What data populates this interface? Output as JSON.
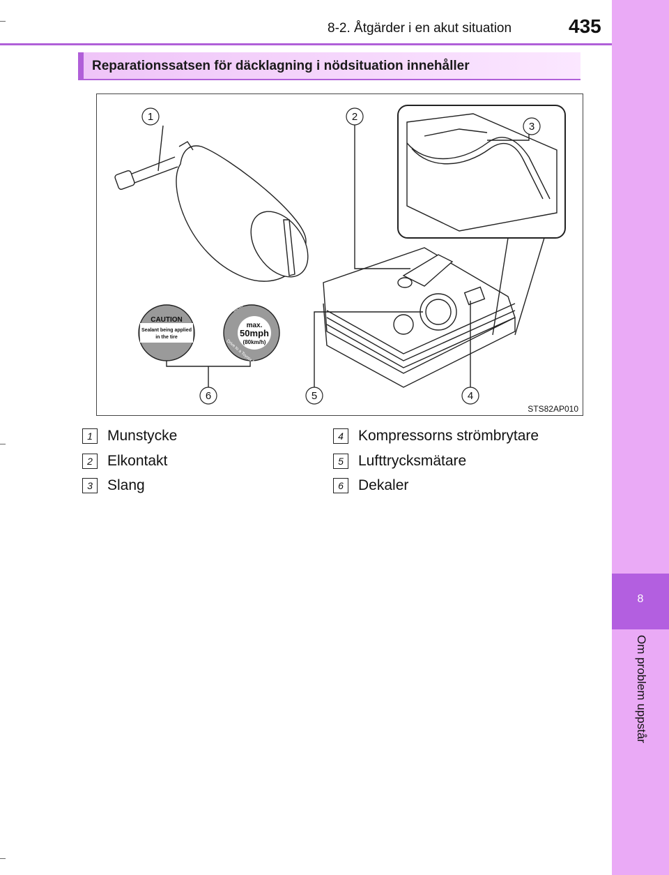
{
  "header": {
    "section": "8-2. Åtgärder i en akut situation",
    "page_number": "435"
  },
  "side_tab": {
    "chapter_number": "8",
    "chapter_title": "Om problem uppstår"
  },
  "section_title": "Reparationssatsen för däcklagning i nödsituation innehåller",
  "figure": {
    "code": "STS82AP010",
    "callouts": [
      "1",
      "2",
      "3",
      "4",
      "5",
      "6"
    ],
    "caution_label": {
      "heading": "CAUTION",
      "line1": "Sealant being applied",
      "line2": "in the tire"
    },
    "speed_label": {
      "arc_top": "Strict observance",
      "arc_bottom": "Drive to a Toyota Dealer",
      "max": "max.",
      "speed": "50mph",
      "kmh": "(80km/h)"
    }
  },
  "legend": [
    {
      "num": "1",
      "label": "Munstycke"
    },
    {
      "num": "2",
      "label": "Elkontakt"
    },
    {
      "num": "3",
      "label": "Slang"
    },
    {
      "num": "4",
      "label": "Kompressorns strömbrytare"
    },
    {
      "num": "5",
      "label": "Lufttrycksmätare"
    },
    {
      "num": "6",
      "label": "Dekaler"
    }
  ],
  "colors": {
    "accent": "#b05fd8",
    "tab_light": "#eaaaf6",
    "tab_dark": "#b35fe0"
  }
}
